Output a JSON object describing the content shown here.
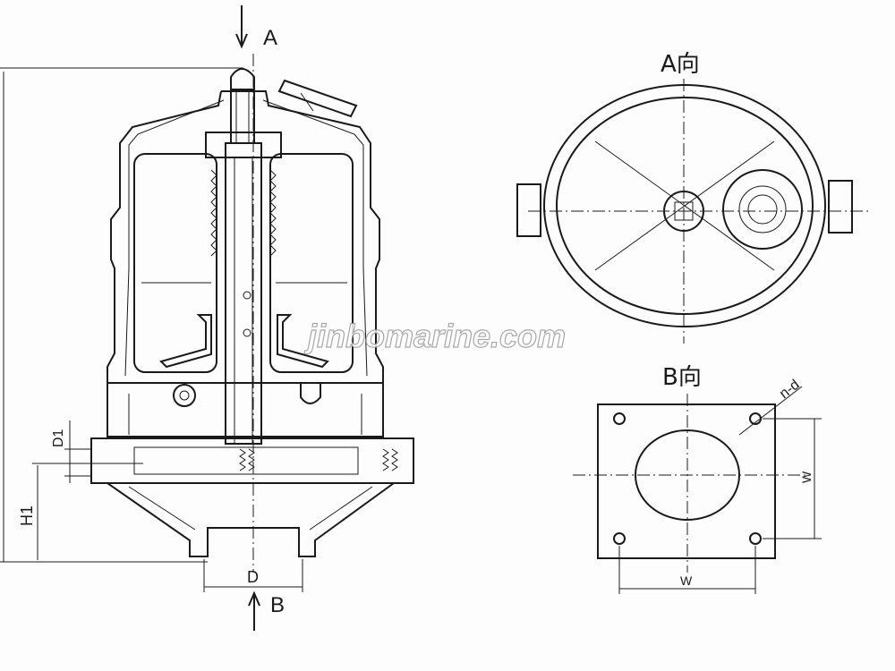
{
  "labels": {
    "view_a_arrow": "A",
    "view_b_arrow": "B",
    "view_a_title": "A向",
    "view_b_title": "B向",
    "dim_d": "D",
    "dim_d1": "D1",
    "dim_h1": "H1",
    "dim_w_horizontal": "W",
    "dim_w_vertical": "W",
    "hole_spec": "n-d"
  },
  "watermark": "jinbomarine.com",
  "colors": {
    "line": "#1a1a1a",
    "paper": "#fdfdfd"
  }
}
